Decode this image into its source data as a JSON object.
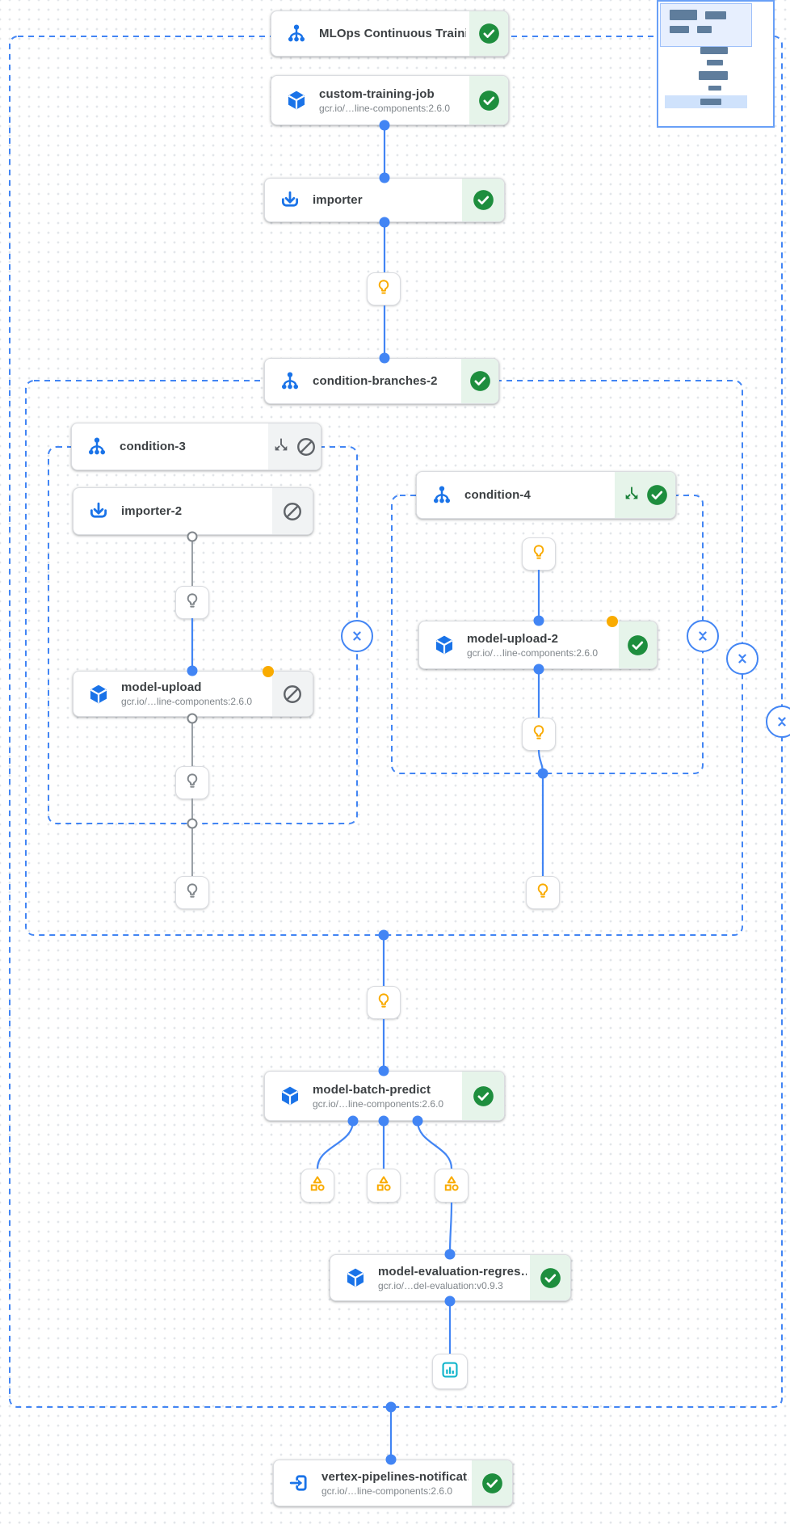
{
  "colors": {
    "accent_blue": "#4285f4",
    "icon_blue": "#1a73e8",
    "success_green": "#1e8e3e",
    "success_bg": "#e6f4ea",
    "skipped_gray": "#5f6368",
    "skipped_bg": "#f1f3f4",
    "artifact_amber": "#f9ab00",
    "artifact_gray": "#80868b",
    "metrics_cyan": "#12b5cb",
    "edge_blue": "#4285f4",
    "edge_gray": "#9aa0a6"
  },
  "nodes": [
    {
      "id": "mlops-root",
      "title": "MLOps Continuous Traini…",
      "icon": "condition-icon",
      "status": "succeeded"
    },
    {
      "id": "custom-training-job",
      "title": "custom-training-job",
      "subtitle": "gcr.io/…line-components:2.6.0",
      "icon": "container-icon",
      "status": "succeeded"
    },
    {
      "id": "importer",
      "title": "importer",
      "icon": "importer-icon",
      "status": "succeeded"
    },
    {
      "id": "condition-branches-2",
      "title": "condition-branches-2",
      "icon": "condition-icon",
      "status": "succeeded"
    },
    {
      "id": "condition-3",
      "title": "condition-3",
      "icon": "condition-icon",
      "status": "skipped"
    },
    {
      "id": "importer-2",
      "title": "importer-2",
      "icon": "importer-icon",
      "status": "skipped"
    },
    {
      "id": "model-upload",
      "title": "model-upload",
      "subtitle": "gcr.io/…line-components:2.6.0",
      "icon": "container-icon",
      "status": "skipped",
      "badge": "orange-dot"
    },
    {
      "id": "condition-4",
      "title": "condition-4",
      "icon": "condition-icon",
      "status": "succeeded"
    },
    {
      "id": "model-upload-2",
      "title": "model-upload-2",
      "subtitle": "gcr.io/…line-components:2.6.0",
      "icon": "container-icon",
      "status": "succeeded",
      "badge": "orange-dot"
    },
    {
      "id": "model-batch-predict",
      "title": "model-batch-predict",
      "subtitle": "gcr.io/…line-components:2.6.0",
      "icon": "container-icon",
      "status": "succeeded"
    },
    {
      "id": "model-evaluation-regression",
      "title": "model-evaluation-regres…",
      "subtitle": "gcr.io/…del-evaluation:v0.9.3",
      "icon": "container-icon",
      "status": "succeeded"
    },
    {
      "id": "vertex-pipelines-notification",
      "title": "vertex-pipelines-notificat…",
      "subtitle": "gcr.io/…line-components:2.6.0",
      "icon": "exit-icon",
      "status": "succeeded"
    }
  ],
  "artifacts": [
    {
      "id": "param-1",
      "icon": "lightbulb-icon",
      "color": "amber"
    },
    {
      "id": "param-2",
      "icon": "lightbulb-icon",
      "color": "gray"
    },
    {
      "id": "param-3",
      "icon": "lightbulb-icon",
      "color": "gray"
    },
    {
      "id": "param-4",
      "icon": "lightbulb-icon",
      "color": "gray"
    },
    {
      "id": "param-5",
      "icon": "lightbulb-icon",
      "color": "amber"
    },
    {
      "id": "param-6",
      "icon": "lightbulb-icon",
      "color": "amber"
    },
    {
      "id": "param-7",
      "icon": "lightbulb-icon",
      "color": "amber"
    },
    {
      "id": "param-8",
      "icon": "lightbulb-icon",
      "color": "amber"
    },
    {
      "id": "dataset-1",
      "icon": "shapes-icon",
      "color": "amber"
    },
    {
      "id": "dataset-2",
      "icon": "shapes-icon",
      "color": "amber"
    },
    {
      "id": "dataset-3",
      "icon": "shapes-icon",
      "color": "amber"
    },
    {
      "id": "metrics-1",
      "icon": "bar-chart-icon",
      "color": "cyan"
    }
  ]
}
